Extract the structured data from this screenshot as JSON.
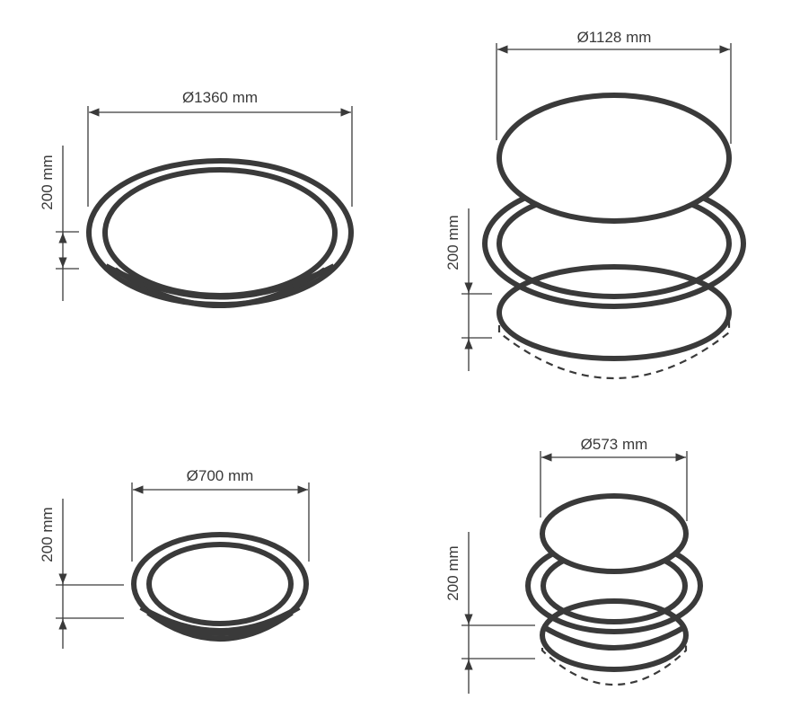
{
  "fixtures": [
    {
      "id": "ceiling-ring-1360",
      "diameter_label": "Ø1360 mm",
      "height_label": "200 mm"
    },
    {
      "id": "pendant-1128",
      "diameter_label": "Ø1128 mm",
      "height_label": "200 mm"
    },
    {
      "id": "ceiling-ring-700",
      "diameter_label": "Ø700 mm",
      "height_label": "200 mm"
    },
    {
      "id": "pendant-573",
      "diameter_label": "Ø573 mm",
      "height_label": "200 mm"
    }
  ],
  "colors": {
    "line": "#3a3a3a",
    "background": "#ffffff"
  }
}
